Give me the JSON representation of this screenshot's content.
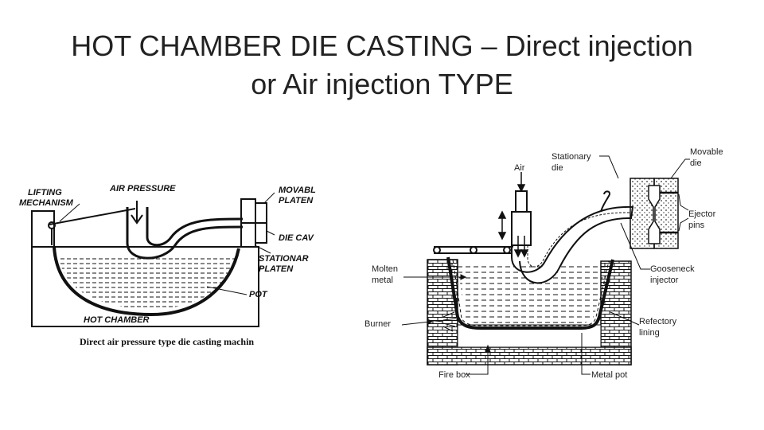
{
  "slide": {
    "title_line1": "HOT CHAMBER DIE CASTING – Direct injection",
    "title_line2": "or Air injection  TYPE"
  },
  "left_diagram": {
    "labels": {
      "lifting_1": "LIFTING",
      "lifting_2": "MECHANISM",
      "air_pressure": "AIR PRESSURE",
      "movable_1": "MOVABL",
      "movable_2": "PLATEN",
      "die_cavity": "DIE CAV",
      "stationary_1": "STATIONAR",
      "stationary_2": "PLATEN",
      "pot": "POT",
      "hot_chamber": "HOT CHAMBER"
    },
    "caption": "Direct air pressure type die casting machin"
  },
  "right_diagram": {
    "labels": {
      "air": "Air",
      "stationary_1": "Stationary",
      "stationary_2": "die",
      "movable_1": "Movable",
      "movable_2": "die",
      "ejector_1": "Ejector",
      "ejector_2": "pins",
      "molten_1": "Molten",
      "molten_2": "metal",
      "gooseneck_1": "Gooseneck",
      "gooseneck_2": "injector",
      "burner": "Burner",
      "refectory_1": "Refectory",
      "refectory_2": "lining",
      "fire_box": "Fire box",
      "metal_pot": "Metal pot"
    }
  }
}
